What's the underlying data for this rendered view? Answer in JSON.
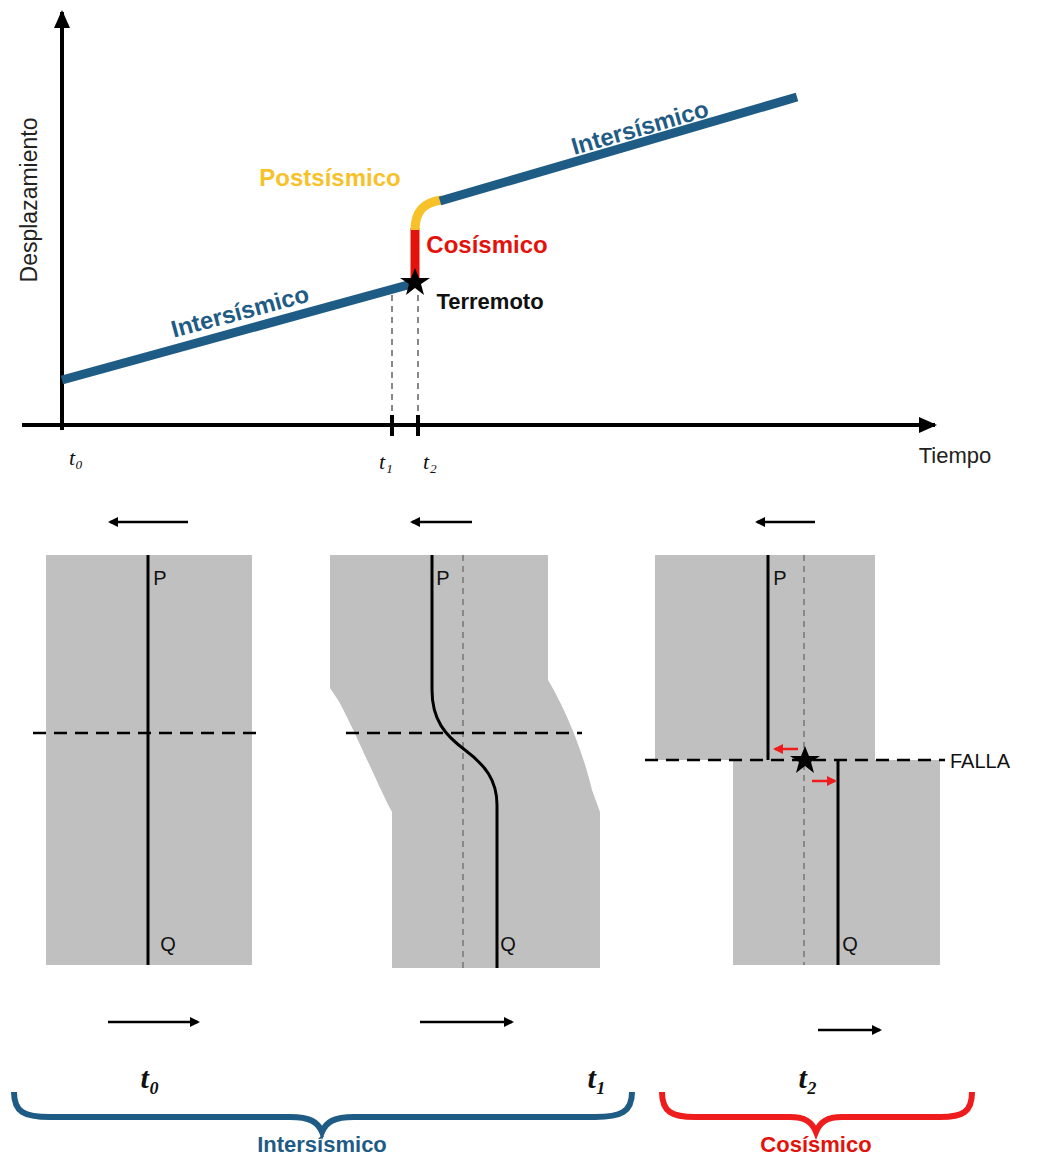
{
  "diagram": {
    "labels": [
      "Desplazamiento",
      "Tiempo",
      "Intersísmico",
      "Intersísmico",
      "Postsísmico",
      "Cosísmico",
      "Terremoto",
      "t₀",
      "t₁",
      "t₂",
      "P",
      "Q",
      "P",
      "Q",
      "P",
      "Q",
      "FALLA",
      "t₀",
      "t₁",
      "t₂",
      "Intersísmico",
      "Cosísmico"
    ]
  }
}
